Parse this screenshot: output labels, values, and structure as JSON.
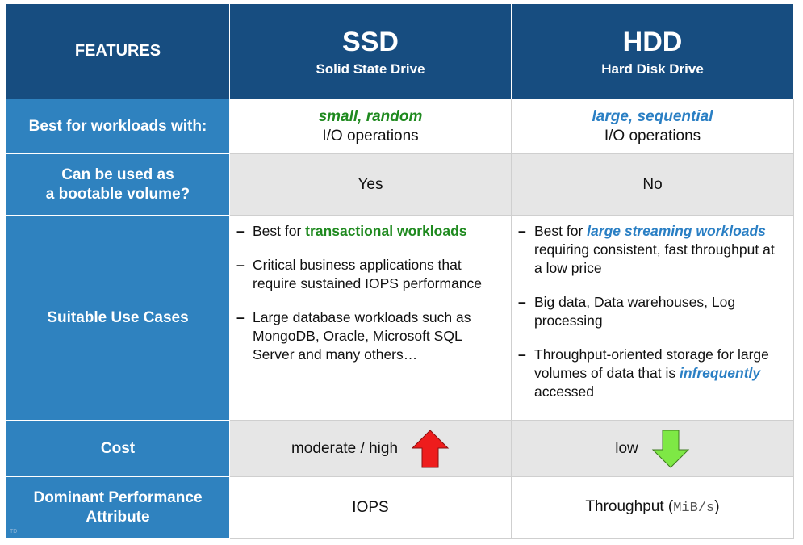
{
  "header": {
    "features": "FEATURES",
    "ssd": {
      "title": "SSD",
      "subtitle": "Solid State Drive"
    },
    "hdd": {
      "title": "HDD",
      "subtitle": "Hard Disk Drive"
    }
  },
  "rows": {
    "workloads": {
      "label": "Best for workloads with:",
      "ssd_emph": "small, random",
      "ssd_text": "I/O operations",
      "hdd_emph": "large, sequential",
      "hdd_text": "I/O operations"
    },
    "bootable": {
      "label_line1": "Can be used as",
      "label_line2": "a bootable volume?",
      "ssd": "Yes",
      "hdd": "No"
    },
    "use_cases": {
      "label": "Suitable Use Cases",
      "ssd": {
        "item1_prefix": "Best for ",
        "item1_emph": "transactional workloads",
        "item2": "Critical business applications that require sustained IOPS performance",
        "item3": "Large database workloads such as MongoDB, Oracle, Microsoft SQL Server and many others…"
      },
      "hdd": {
        "item1_prefix": "Best for ",
        "item1_emph": "large streaming workloads",
        "item1_suffix": " requiring consistent, fast throughput at a low price",
        "item2": "Big data, Data warehouses, Log processing",
        "item3_prefix": "Throughput-oriented storage for large volumes of data that is ",
        "item3_emph": "infrequently",
        "item3_suffix": " accessed"
      }
    },
    "cost": {
      "label": "Cost",
      "ssd": "moderate / high",
      "hdd": "low"
    },
    "performance": {
      "label_line1": "Dominant Performance",
      "label_line2": "Attribute",
      "ssd": "IOPS",
      "hdd_text": "Throughput (",
      "hdd_unit": "MiB/s",
      "hdd_close": ")"
    }
  },
  "corner_mark": "TD",
  "dash": "–",
  "icons": {
    "cost_ssd": "arrow-up-icon",
    "cost_hdd": "arrow-down-icon"
  },
  "colors": {
    "header_bg": "#174d80",
    "label_bg": "#2f82bf",
    "gray_row": "#e6e6e6",
    "green_emph": "#1f8a1f",
    "blue_emph": "#2a7fc4",
    "arrow_up": "#ee1c1c",
    "arrow_down": "#7ee845"
  }
}
